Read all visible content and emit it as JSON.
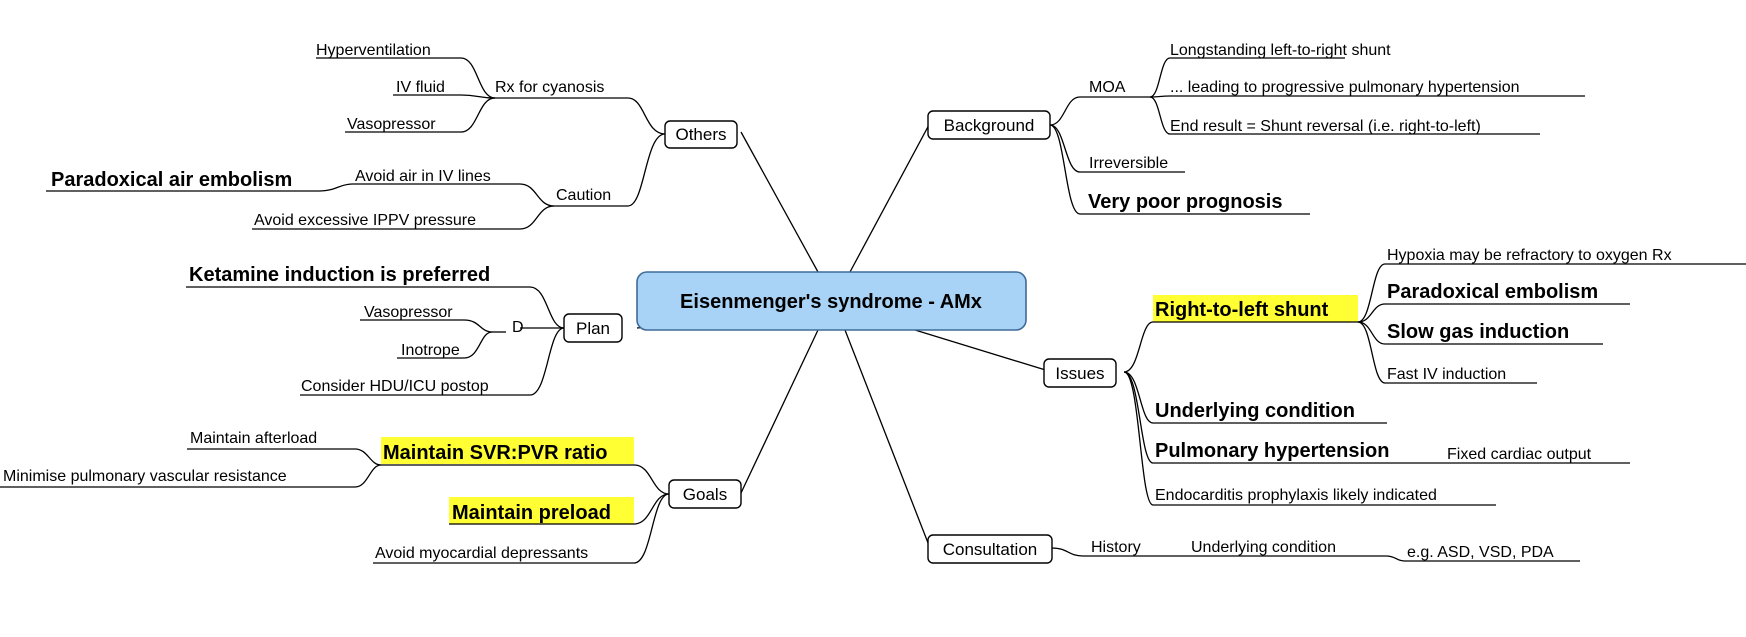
{
  "colors": {
    "central_fill": "#a8d3f7",
    "central_border": "#3e6c98",
    "central_text": "#4b5560",
    "highlight": "#ffff33",
    "line": "#000000"
  },
  "central": "Eisenmenger's syndrome - AMx",
  "others": {
    "label": "Others",
    "rx_cyanosis": {
      "label": "Rx for cyanosis",
      "items": [
        "Hyperventilation",
        "IV fluid",
        "Vasopressor"
      ]
    },
    "caution": {
      "label": "Caution",
      "air_lines": "Avoid air in IV lines",
      "air_embolism": "Paradoxical air embolism",
      "ippv": "Avoid excessive IPPV pressure"
    }
  },
  "plan": {
    "label": "Plan",
    "ketamine": "Ketamine induction is preferred",
    "d": {
      "label": "D",
      "items": [
        "Vasopressor",
        "Inotrope"
      ]
    },
    "hdu": "Consider HDU/ICU postop"
  },
  "goals": {
    "label": "Goals",
    "svr_pvr": {
      "label": "Maintain SVR:PVR ratio",
      "items": [
        "Maintain afterload",
        "Minimise pulmonary vascular resistance"
      ]
    },
    "preload": "Maintain preload",
    "depressants": "Avoid myocardial depressants"
  },
  "background": {
    "label": "Background",
    "moa": {
      "label": "MOA",
      "items": [
        "Longstanding left-to-right shunt",
        "... leading to progressive pulmonary hypertension",
        "End result = Shunt reversal (i.e. right-to-left)"
      ]
    },
    "irreversible": "Irreversible",
    "prognosis": "Very poor prognosis"
  },
  "issues": {
    "label": "Issues",
    "shunt": {
      "label": "Right-to-left shunt",
      "items": [
        "Hypoxia may be refractory to oxygen Rx",
        "Paradoxical embolism",
        "Slow gas induction",
        "Fast IV induction"
      ]
    },
    "underlying": "Underlying condition",
    "pulm_htn": {
      "label": "Pulmonary hypertension",
      "item": "Fixed cardiac output"
    },
    "endocarditis": "Endocarditis prophylaxis likely indicated"
  },
  "consultation": {
    "label": "Consultation",
    "history": {
      "label": "History",
      "underlying": "Underlying condition",
      "examples": "e.g. ASD, VSD, PDA"
    }
  }
}
